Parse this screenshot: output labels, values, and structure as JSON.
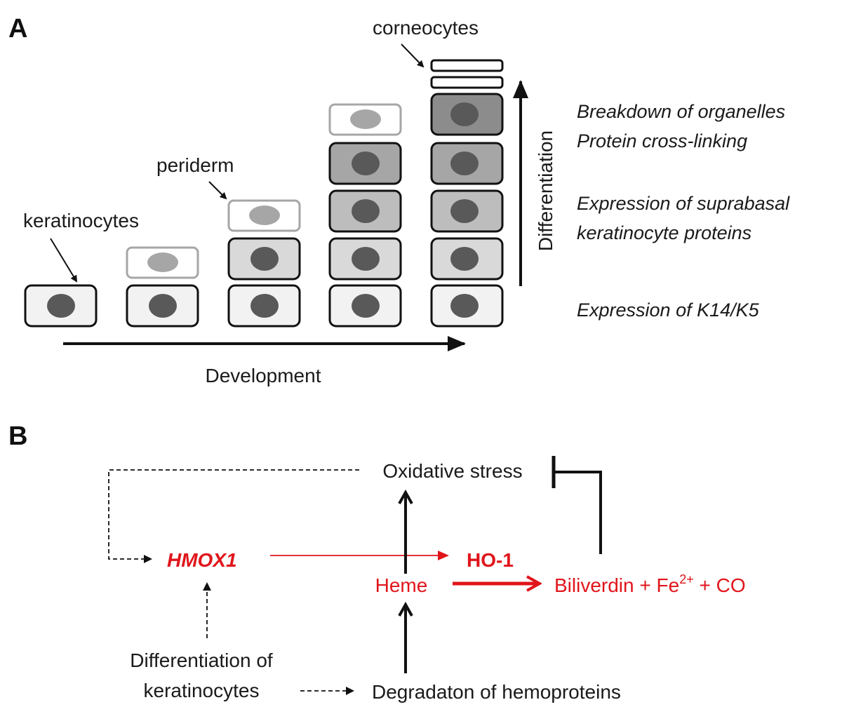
{
  "panel_a": {
    "label": "A",
    "labels": {
      "keratinocytes": "keratinocytes",
      "periderm": "periderm",
      "corneocytes": "corneocytes",
      "development": "Development",
      "differentiation": "Differentiation"
    },
    "notes": {
      "breakdown": "Breakdown of organelles",
      "crosslinking": "Protein cross-linking",
      "suprabasal_1": "Expression of suprabasal",
      "suprabasal_2": "keratinocyte proteins",
      "k14": "Expression of K14/K5"
    },
    "colors": {
      "basal_fill": "#f2f2f2",
      "layer2_fill": "#d9d9d9",
      "layer3_fill": "#bdbdbd",
      "layer4_fill": "#a6a6a6",
      "layer5_fill": "#8c8c8c",
      "nucleus": "#595959",
      "periderm_stroke": "#a6a6a6",
      "periderm_nucleus": "#a6a6a6"
    }
  },
  "panel_b": {
    "label": "B",
    "nodes": {
      "oxidative_stress": "Oxidative stress",
      "hmox1": "HMOX1",
      "ho1": "HO-1",
      "heme": "Heme",
      "biliverdin": "Biliverdin + Fe",
      "fe_superscript": "2+",
      "co": " + CO",
      "differentiation_1": "Differentiation of",
      "differentiation_2": "keratinocytes",
      "degradation": "Degradaton of hemoproteins"
    },
    "colors": {
      "red": "#e0151b",
      "black": "#111111"
    }
  }
}
